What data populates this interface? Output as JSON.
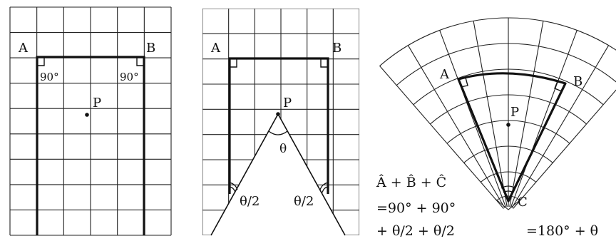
{
  "panels": [
    {
      "labels": {
        "a": "A",
        "b": "B",
        "p": "P"
      },
      "angles": {
        "left": "90°",
        "right": "90°"
      }
    },
    {
      "labels": {
        "a": "A",
        "b": "B",
        "p": "P"
      },
      "angles": {
        "apex": "θ",
        "left_half": "θ/2",
        "right_half": "θ/2"
      }
    },
    {
      "labels": {
        "a": "A",
        "b": "B",
        "p": "P",
        "c": "C"
      }
    }
  ],
  "formula": {
    "line1": "Â + B̂ + Ĉ",
    "line2": "=90° + 90°",
    "line3": "+ θ/2 + θ/2",
    "result": "=180° + θ"
  },
  "colors": {
    "ink": "#111111",
    "grid": "#222222",
    "background": "#ffffff"
  }
}
